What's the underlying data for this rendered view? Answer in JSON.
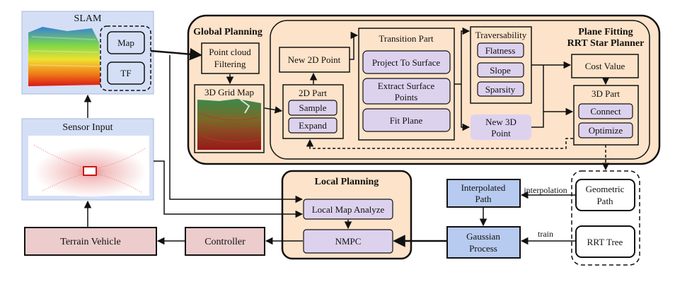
{
  "slam": {
    "title": "SLAM",
    "map": "Map",
    "tf": "TF"
  },
  "sensor": {
    "title": "Sensor Input"
  },
  "terrain_vehicle": "Terrain Vehicle",
  "controller": "Controller",
  "global": {
    "title": "Global Planning",
    "planner_title_1": "Plane Fitting",
    "planner_title_2": "RRT Star Planner",
    "point_cloud_1": "Point cloud",
    "point_cloud_2": "Filtering",
    "grid_map": "3D Grid Map",
    "new2d": "New 2D Point",
    "part2d": "2D Part",
    "sample": "Sample",
    "expand": "Expand",
    "transition": "Transition Part",
    "project": "Project To Surface",
    "extract_1": "Extract Surface",
    "extract_2": "Points",
    "fit_plane": "Fit Plane",
    "traversability": "Traversability",
    "flatness": "Flatness",
    "slope": "Slope",
    "sparsity": "Sparsity",
    "new3d_1": "New 3D",
    "new3d_2": "Point",
    "cost_value": "Cost Value",
    "part3d": "3D Part",
    "connect": "Connect",
    "optimize": "Optimize"
  },
  "local": {
    "title": "Local Planning",
    "analyze": "Local Map Analyze",
    "nmpc": "NMPC"
  },
  "interp_1": "Interpolated",
  "interp_2": "Path",
  "gauss_1": "Gaussian",
  "gauss_2": "Process",
  "geo_1": "Geometric",
  "geo_2": "Path",
  "rrt_tree": "RRT Tree",
  "edge_interpolation": "interpolation",
  "edge_train": "train",
  "colors": {
    "light_blue": "#d4dff6",
    "blue": "#b7caef",
    "purple": "#ddd2ee",
    "peach": "#fde3c9",
    "pink": "#eccccc"
  }
}
